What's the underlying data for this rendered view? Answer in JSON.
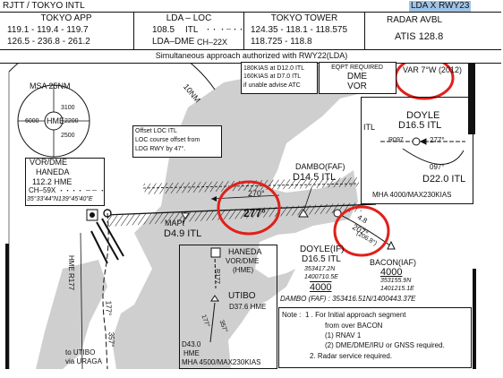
{
  "header": {
    "airport_title": "RJTT / TOKYO INTL",
    "procedure_title": "LDA X RWY23"
  },
  "comms": {
    "tokyo_app": {
      "name": "TOKYO   APP",
      "line1": "119.1 - 119.4 - 119.7",
      "line2": "126.5 - 236.8 - 261.2"
    },
    "lda_loc": {
      "name": "LDA – LOC",
      "line1_freq": "108.5",
      "line1_ident": "ITL",
      "line1_code": "・・ ・－・・",
      "line2_label": "LDA–DME",
      "line2_ch": "CH–22X"
    },
    "tokyo_tower": {
      "name": "TOKYO    TOWER",
      "line1": "124.35 - 118.1 - 118.575",
      "line2": "118.725 - 118.8"
    },
    "radar": {
      "line1": "RADAR  AVBL",
      "line2": "ATIS  128.8"
    }
  },
  "banner": "Simultaneous approach authorized with RWY22(LDA)",
  "restrictions": {
    "speed_lines": [
      "180KIAS at D12.0 ITL",
      "160KIAS at D7.0 ITL",
      "if unable advise ATC"
    ],
    "eqpt_title": "EQPT REQUIRED",
    "eqpt_items": [
      "DME",
      "VOR"
    ],
    "variation": "VAR 7°W (2012)"
  },
  "msa": {
    "label": "MSA 25NM",
    "center": "HME",
    "sectors": [
      "3100",
      "6000",
      "2500",
      "2200"
    ]
  },
  "labels": {
    "dist_10nm": "10NM",
    "vor_title": "VOR/DME",
    "vor_name": "HANEDA",
    "vor_freq": "112.2 HME",
    "vor_ch": "CH–59X",
    "vor_code": "・・・・ －－ ・",
    "vor_coords": "35°33'44\"N139°45'40\"E",
    "offset_lines": [
      "Offset LOC ITL",
      "LOC course offset from",
      "LDG RWY by 47°."
    ],
    "course_270": "270°",
    "course_277": "277°",
    "dambo_name": "DAMBO(FAF)",
    "dambo_dist": "D14.5 ITL",
    "mapt_name": "MAPt",
    "mapt_dist": "D4.9 ITL",
    "hme_radial": "HME R177",
    "radial_177_a": "177°",
    "radial_357_a": "357°",
    "arc_18": "4.8",
    "arc_207": "207°",
    "arc_2068": "(206.8°)",
    "to_utibo_1": "to UTIBO",
    "to_utibo_2": "via URAGA"
  },
  "doyle_box": {
    "itl": "ITL",
    "name": "DOYLE",
    "dist": "D16.5 ITL",
    "r097": "R097",
    "course_277": "277°",
    "course_097": "097°",
    "d22": "D22.0 ITL",
    "mha": "MHA 4000/MAX230KIAS"
  },
  "inset": {
    "name": "HANEDA",
    "type": "VOR/DME",
    "ident": "(HME)",
    "r177": "R177",
    "utibo_name": "UTIBO",
    "utibo_dist": "D37.6 HME",
    "r177b": "177°",
    "r357": "357°",
    "d43": "D43.0",
    "d43_hme": "HME",
    "mha": "MHA 4500/MAX230KIAS"
  },
  "fixes": {
    "doyle_if_name": "DOYLE(IF)",
    "doyle_if_dist": "D16.5 ITL",
    "doyle_if_c1": "353417.2N",
    "doyle_if_c2": "1400710.5E",
    "doyle_if_alt": "4000",
    "bacon_name": "BACON(IAF)",
    "bacon_alt": "4000",
    "bacon_c1": "353155.9N",
    "bacon_c2": "1401215.1E",
    "dambo_coords_line": "DAMBO (FAF) : 353416.51N/1400443.37E"
  },
  "note": {
    "heading": "Note :",
    "line1": "1 . For Initial approach segment",
    "line2": "from over BACON",
    "line3": "(1) RNAV 1",
    "line4": "(2) DME/DME/IRU or GNSS required.",
    "line5": "2. Radar service required."
  },
  "colors": {
    "annotation_red": "#e0201b",
    "title_highlight": "#9fc3e6",
    "land_grey": "#cfcfcf"
  }
}
